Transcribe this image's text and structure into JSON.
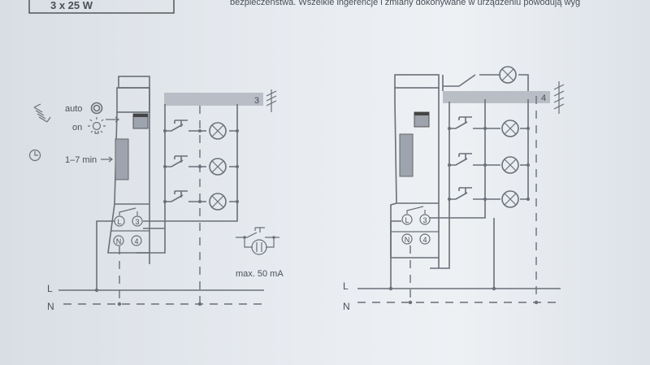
{
  "header": {
    "box_text": "3 x 25 W",
    "paragraph_text": "bezpieczeństwa. Wszelkie ingerencje i zmiany dokonywane w urządzeniu powodują wyg"
  },
  "left_diagram": {
    "mode_auto": "auto",
    "mode_on": "on",
    "time_range": "1–7 min",
    "terminals": [
      "L",
      "3",
      "N",
      "4"
    ],
    "wires_count": "3",
    "pushbutton_note": "max. 50 mA",
    "line_L": "L",
    "line_N": "N"
  },
  "right_diagram": {
    "terminals": [
      "L",
      "3",
      "N",
      "4"
    ],
    "wires_count": "4",
    "line_L": "L",
    "line_N": "N"
  }
}
